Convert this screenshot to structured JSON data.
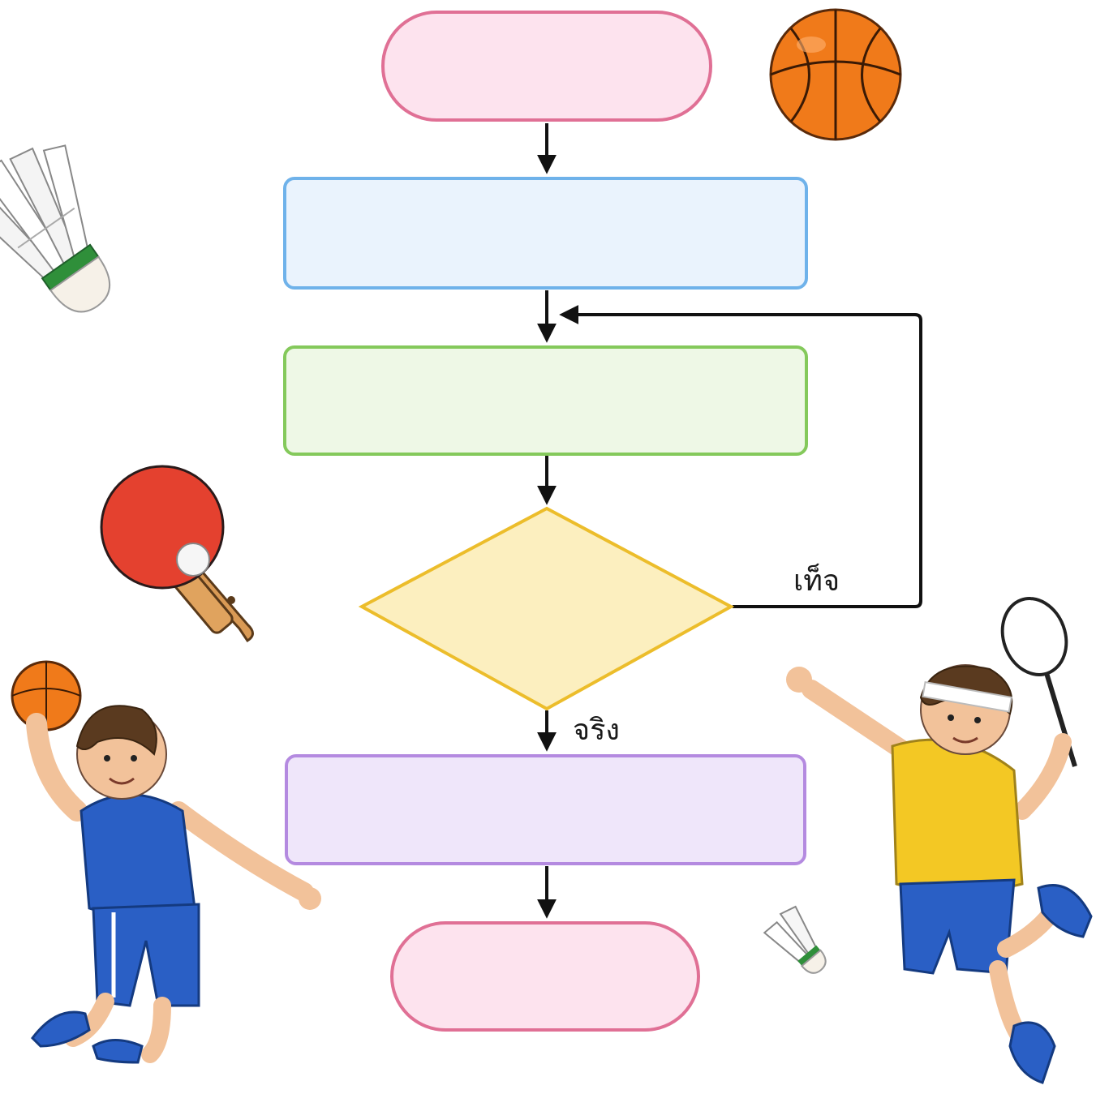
{
  "flowchart": {
    "nodes": {
      "start": {
        "label": "",
        "shape": "terminator",
        "fill": "#fde3ee",
        "stroke": "#e07095"
      },
      "process1": {
        "label": "",
        "shape": "process",
        "fill": "#eaf3fd",
        "stroke": "#6fb2ea"
      },
      "process2": {
        "label": "",
        "shape": "process",
        "fill": "#eef8e6",
        "stroke": "#84c95b"
      },
      "decision": {
        "label": "",
        "shape": "decision",
        "fill": "#fcefbf",
        "stroke": "#ecbd2b"
      },
      "process3": {
        "label": "",
        "shape": "process",
        "fill": "#efe6fa",
        "stroke": "#b48ae0"
      },
      "end": {
        "label": "",
        "shape": "terminator",
        "fill": "#fde3ee",
        "stroke": "#e07095"
      }
    },
    "edges": {
      "false_label": "เท็จ",
      "true_label": "จริง"
    },
    "arrow_color": "#111111"
  },
  "illustrations": [
    {
      "name": "basketball-icon"
    },
    {
      "name": "shuttlecock-icon"
    },
    {
      "name": "ping-pong-paddle-icon"
    },
    {
      "name": "basketball-player-illustration"
    },
    {
      "name": "badminton-player-illustration"
    },
    {
      "name": "small-shuttlecock-icon"
    }
  ]
}
